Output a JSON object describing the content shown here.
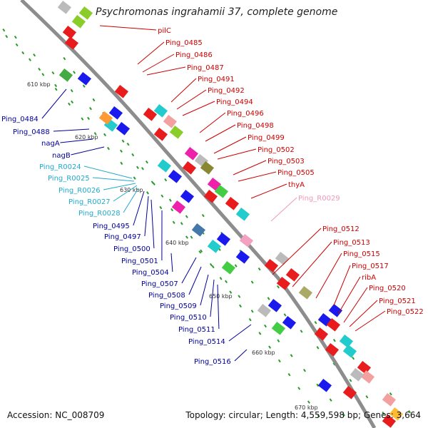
{
  "title": "Psychromonas ingrahamii 37, complete genome",
  "footer": {
    "accession": "Accession: NC_008709",
    "topology": "Topology: circular; Length: 4,559,598 bp; Genes: 3,664"
  },
  "kbp_labels": [
    "610 kbp",
    "620 kbp",
    "630 kbp",
    "640 kbp",
    "650 kbp",
    "660 kbp",
    "670 kbp"
  ],
  "genes_right": [
    "pilC",
    "Ping_0485",
    "Ping_0486",
    "Ping_0487",
    "Ping_0491",
    "Ping_0492",
    "Ping_0494",
    "Ping_0496",
    "Ping_0498",
    "Ping_0499",
    "Ping_0502",
    "Ping_0503",
    "Ping_0505",
    "thyA",
    "Ping_R0029",
    "Ping_0512",
    "Ping_0513",
    "Ping_0515",
    "Ping_0517",
    "ribA",
    "Ping_0520",
    "Ping_0521",
    "Ping_0522"
  ],
  "genes_left": [
    "Ping_0484",
    "Ping_0488",
    "nagA",
    "nagB",
    "Ping_R0024",
    "Ping_R0025",
    "Ping_R0026",
    "Ping_R0027",
    "Ping_R0028",
    "Ping_0495",
    "Ping_0497",
    "Ping_0500",
    "Ping_0501",
    "Ping_0504",
    "Ping_0507",
    "Ping_0508",
    "Ping_0509",
    "Ping_0510",
    "Ping_0511",
    "Ping_0514",
    "Ping_0516"
  ],
  "colors": {
    "gene_red": "#cc0000",
    "gene_blue": "#000099",
    "rna_cyan": "#22aacc",
    "rna_pink": "#ee99bb",
    "backbone": "#999999",
    "tick_green": "#229922"
  }
}
